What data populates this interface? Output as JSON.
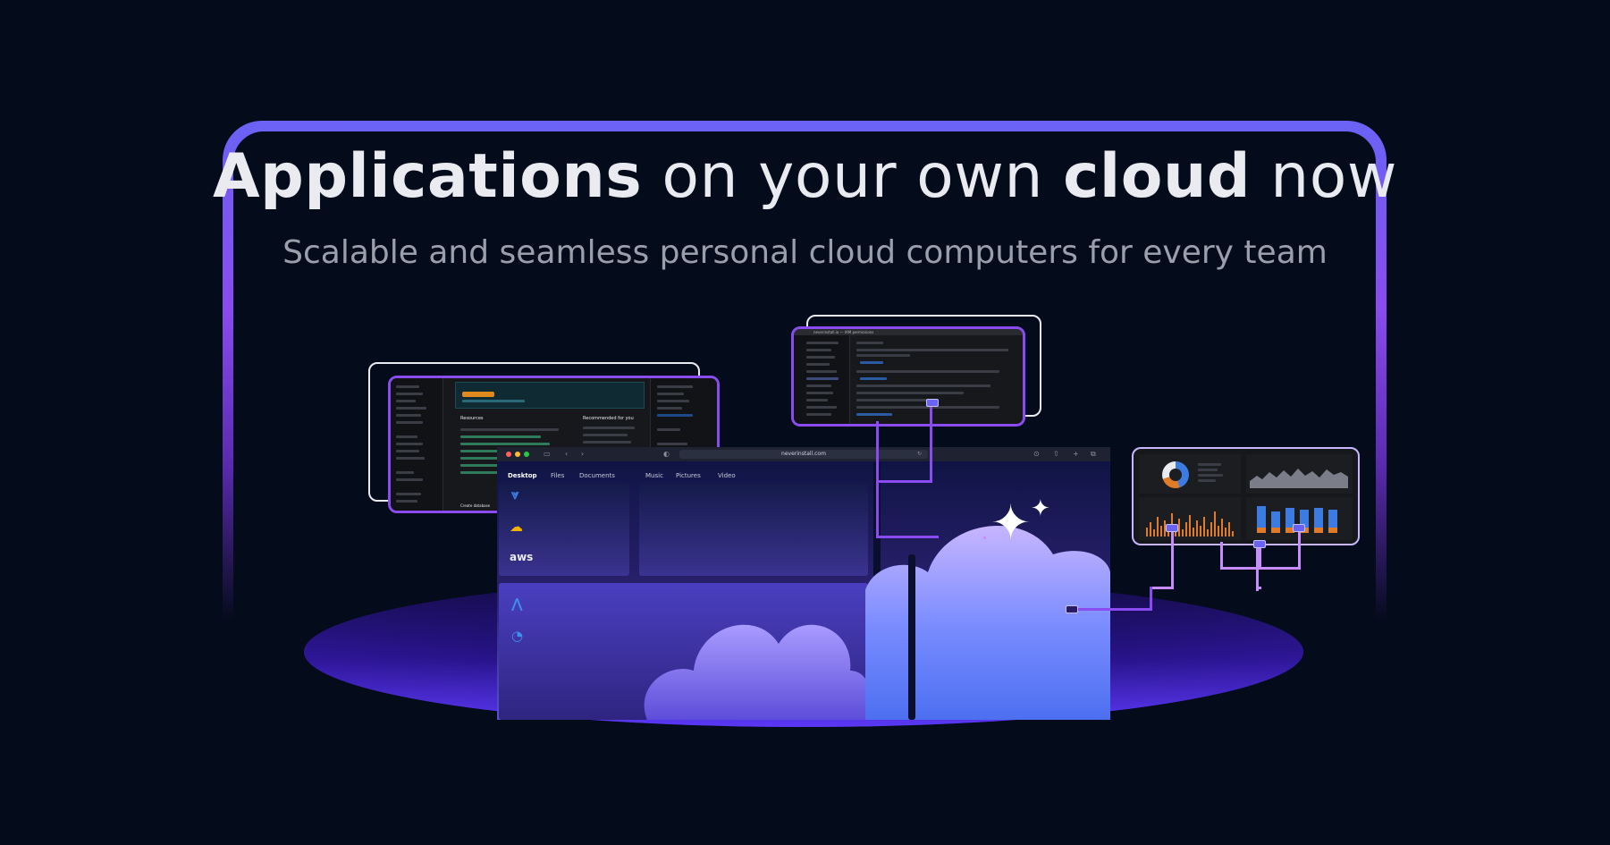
{
  "headline": {
    "part1": "Applications",
    "part2": " on your own ",
    "part3": "cloud",
    "part4": " now"
  },
  "subheadline": "Scalable and seamless personal cloud computers for every team",
  "colors": {
    "background": "#040b1a",
    "accent": "#6a63f5",
    "accent_purple": "#8a4bf0",
    "text": "#e9ebf0",
    "subtext": "#9aa0ab"
  },
  "browser": {
    "url": "neverinstall.com",
    "tabs": [
      "Desktop",
      "Files",
      "Documents",
      "Music",
      "Pictures",
      "Video"
    ],
    "active_tab": "Desktop",
    "apps_top": [
      "app-logo-v-icon",
      "google-cloud-icon",
      "aws-icon"
    ],
    "aws_label": "aws",
    "apps_bottom": [
      "app-logo-a-icon",
      "digitalocean-icon"
    ]
  },
  "console_window": {
    "section_resources": "Resources",
    "section_recommended": "Recommended for you",
    "create_database": "Create database"
  },
  "iam_window": {
    "title_bar": "neverinstall.io — IAM permissions"
  },
  "dashboard_window": {
    "charts": [
      "donut-chart",
      "area-chart",
      "bar-chart-orange",
      "bar-chart-blue"
    ]
  }
}
